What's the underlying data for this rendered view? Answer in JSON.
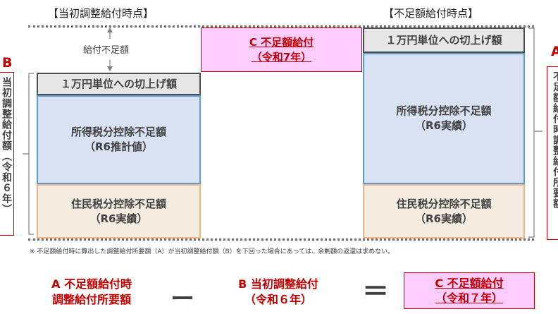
{
  "headers": {
    "left": "【当初調整給付時点】",
    "right": "【不足額給付時点】"
  },
  "left_column": {
    "shortfall_label": "給付不足額",
    "round_up": "１万円単位への切上げ額",
    "income_tax": {
      "line1": "所得税分控除不足額",
      "line2": "（R6推計値）"
    },
    "resident_tax": {
      "line1": "住民税分控除不足額",
      "line2": "（R6実績）"
    }
  },
  "center": {
    "line1": "C 不足額給付",
    "line2": "（令和7年）"
  },
  "right_column": {
    "round_up": "１万円単位への切上げ額",
    "income_tax": {
      "line1": "所得税分控除不足額",
      "line2": "（R6実績）"
    },
    "resident_tax": {
      "line1": "住民税分控除不足額",
      "line2": "（R6実績）"
    }
  },
  "side_left": {
    "letter": "B",
    "text": "当初調整給付額（令和６年）"
  },
  "side_right": {
    "letter": "A",
    "text": "不足額給付時調整給付所要額"
  },
  "note": "※ 不足額給付時に算出した調整給付所要額（A）が当初調整給付額（B）を下回った場合にあっては、余剰額の返還は求めない。",
  "formula": {
    "a_line1": "A 不足額給付時",
    "a_line2": "調整給付所要額",
    "minus": "ー",
    "b_line1": "B 当初調整給付",
    "b_line2": "（令和６年）",
    "equals": "＝",
    "c_line1": "C 不足額給付",
    "c_line2": "（令和７年）"
  }
}
